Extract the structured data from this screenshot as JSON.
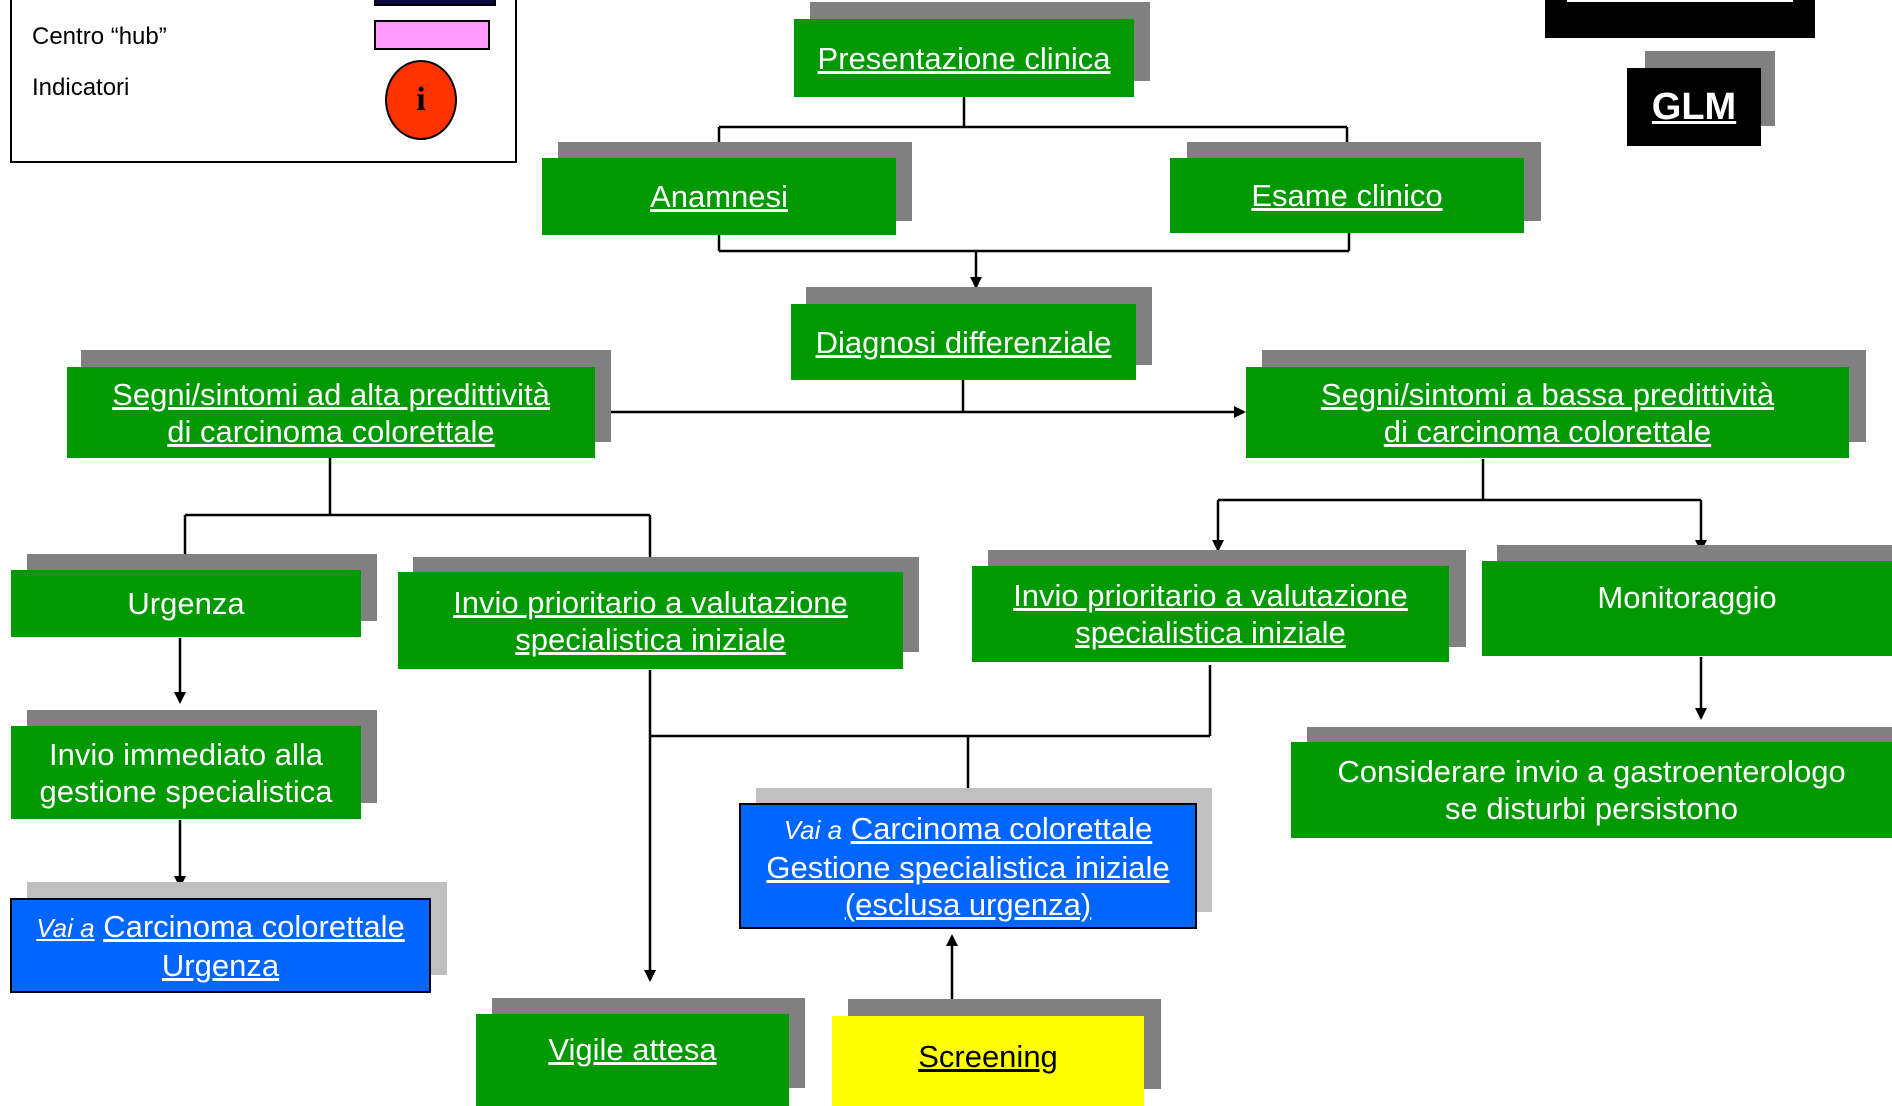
{
  "legend": {
    "hub_label": "Centro “hub”",
    "indicators_label": "Indicatori",
    "indicator_glyph": "i",
    "hub_color": "#ff99ff",
    "indicator_color": "#ff3300"
  },
  "header": {
    "glm_label": "GLM"
  },
  "nodes": {
    "presentazione": "Presentazione clinica",
    "anamnesi": "Anamnesi",
    "esame": "Esame clinico",
    "diagnosi": "Diagnosi differenziale",
    "alta_l1": "Segni/sintomi ad alta predittività",
    "alta_l2": "di carcinoma colorettale",
    "bassa_l1": "Segni/sintomi a bassa predittività",
    "bassa_l2": "di carcinoma colorettale",
    "urgenza": "Urgenza",
    "invio_l_l1": "Invio prioritario a valutazione",
    "invio_l_l2": "specialistica iniziale",
    "invio_r_l1": "Invio prioritario a valutazione",
    "invio_r_l2": "specialistica iniziale",
    "monitoraggio": "Monitoraggio",
    "immediato_l1": "Invio immediato alla",
    "immediato_l2": "gestione specialistica",
    "considerare_l1": "Considerare invio a gastroenterologo",
    "considerare_l2": "se disturbi persistono",
    "vai_gest_prefix": "Vai a",
    "vai_gest_l1": "Carcinoma colorettale",
    "vai_gest_l2": "Gestione specialistica iniziale",
    "vai_gest_l3": "(esclusa urgenza)",
    "vai_urg_prefix": "Vai a",
    "vai_urg_l1": "Carcinoma colorettale",
    "vai_urg_l2": "Urgenza",
    "vigile": "Vigile attesa",
    "screening": "Screening"
  },
  "colors": {
    "node_green": "#009900",
    "link_blue": "#0066ff",
    "screening_yellow": "#ffff00",
    "shadow_gray": "#808080"
  }
}
